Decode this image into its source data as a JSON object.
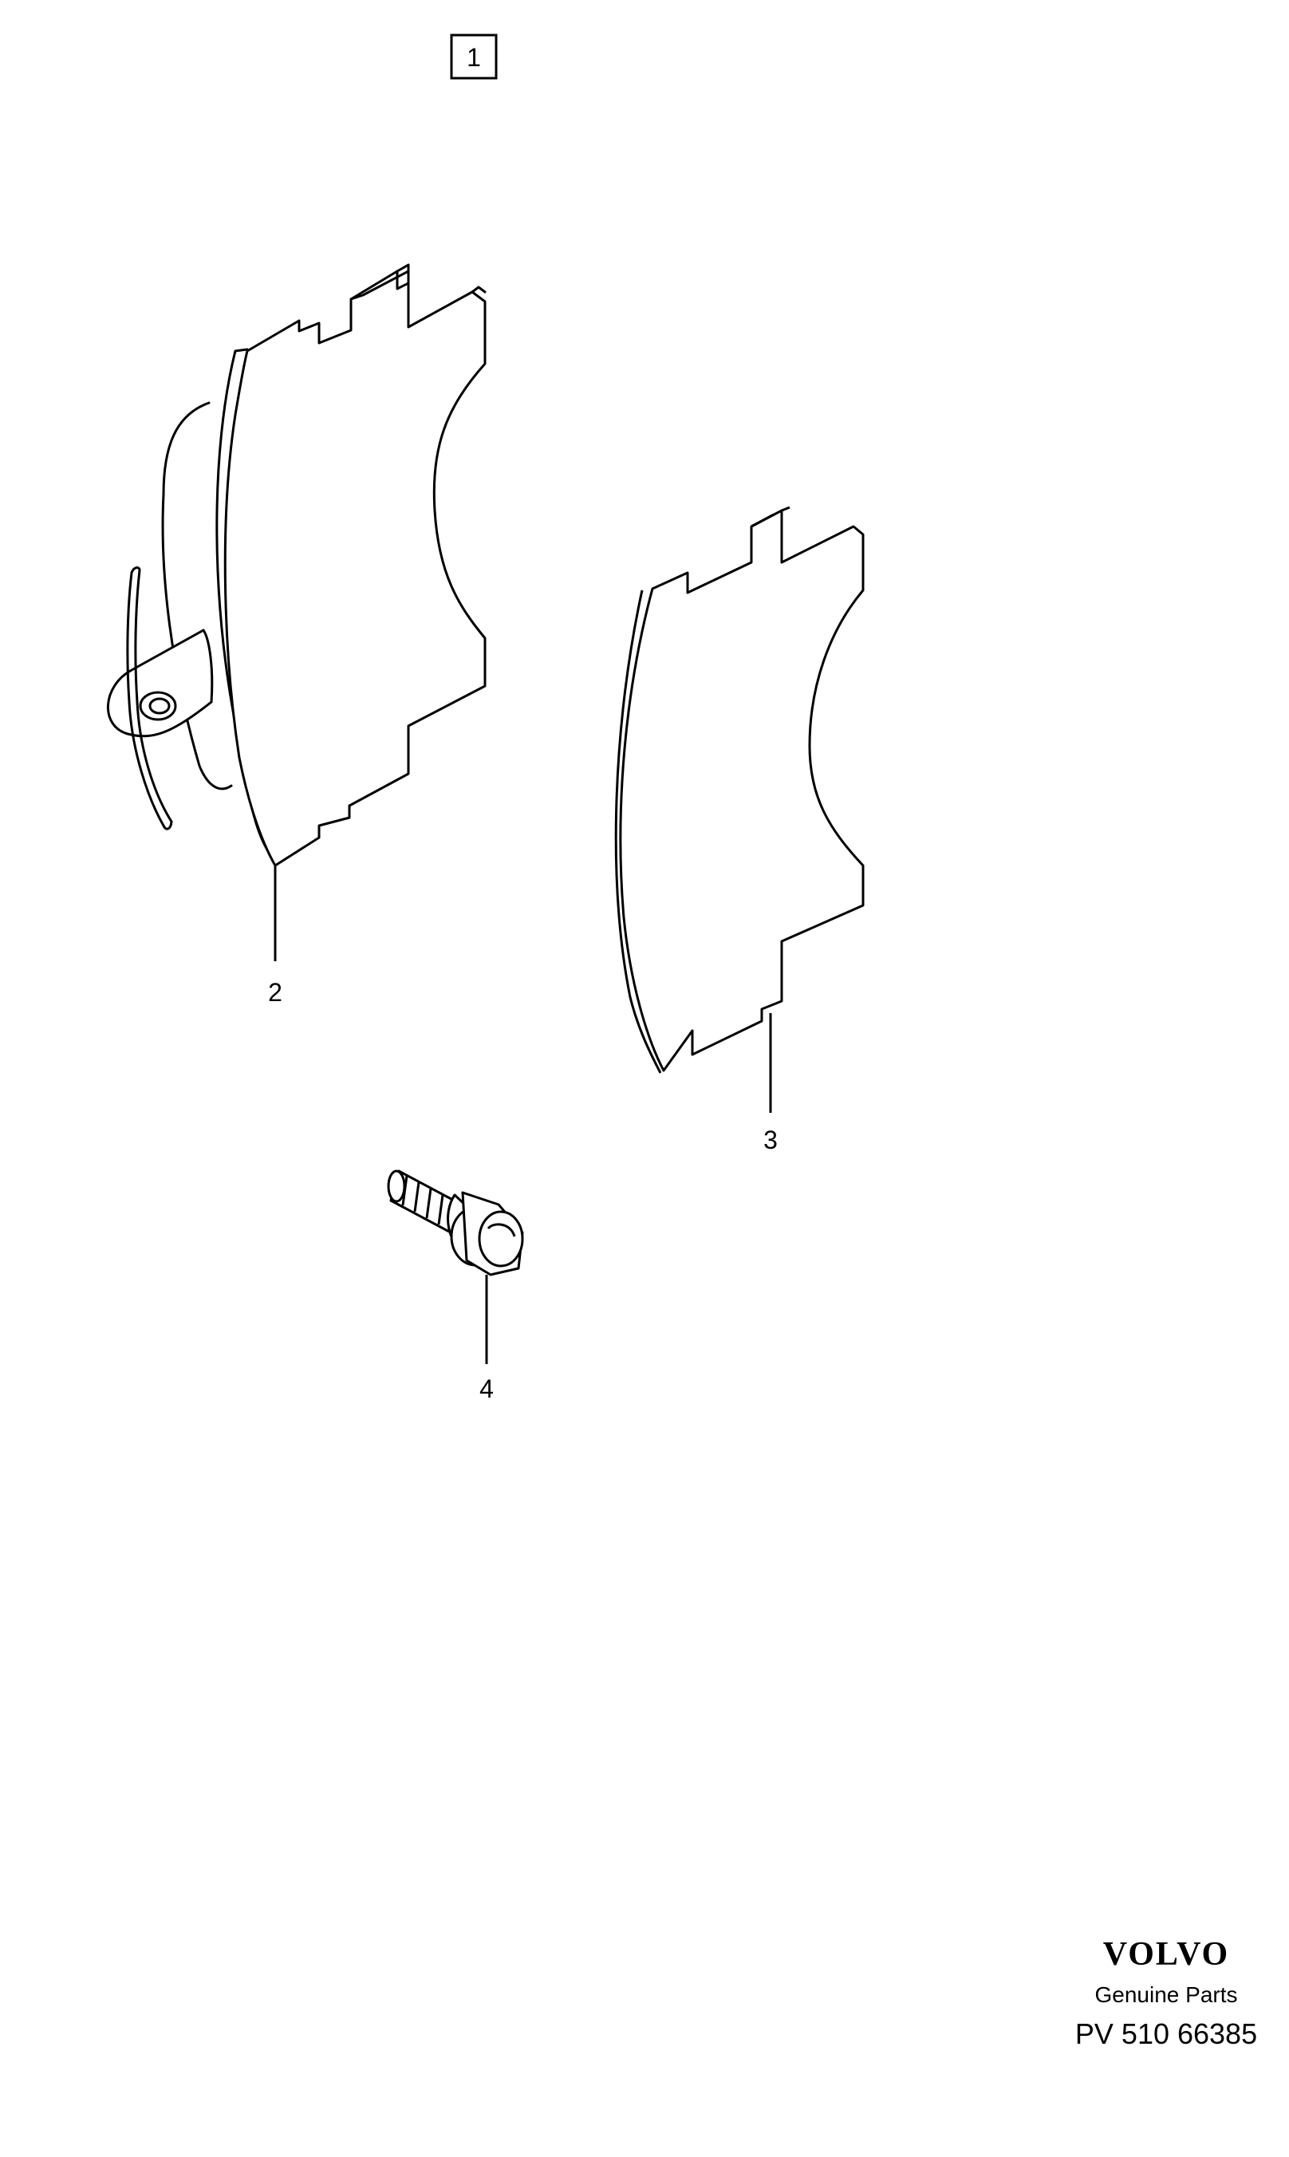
{
  "figure_number": "1",
  "callouts": [
    "2",
    "3",
    "4"
  ],
  "brand": {
    "logo_text": "VOLVO",
    "tagline": "Genuine Parts",
    "part_reference": "PV 510 66385"
  }
}
